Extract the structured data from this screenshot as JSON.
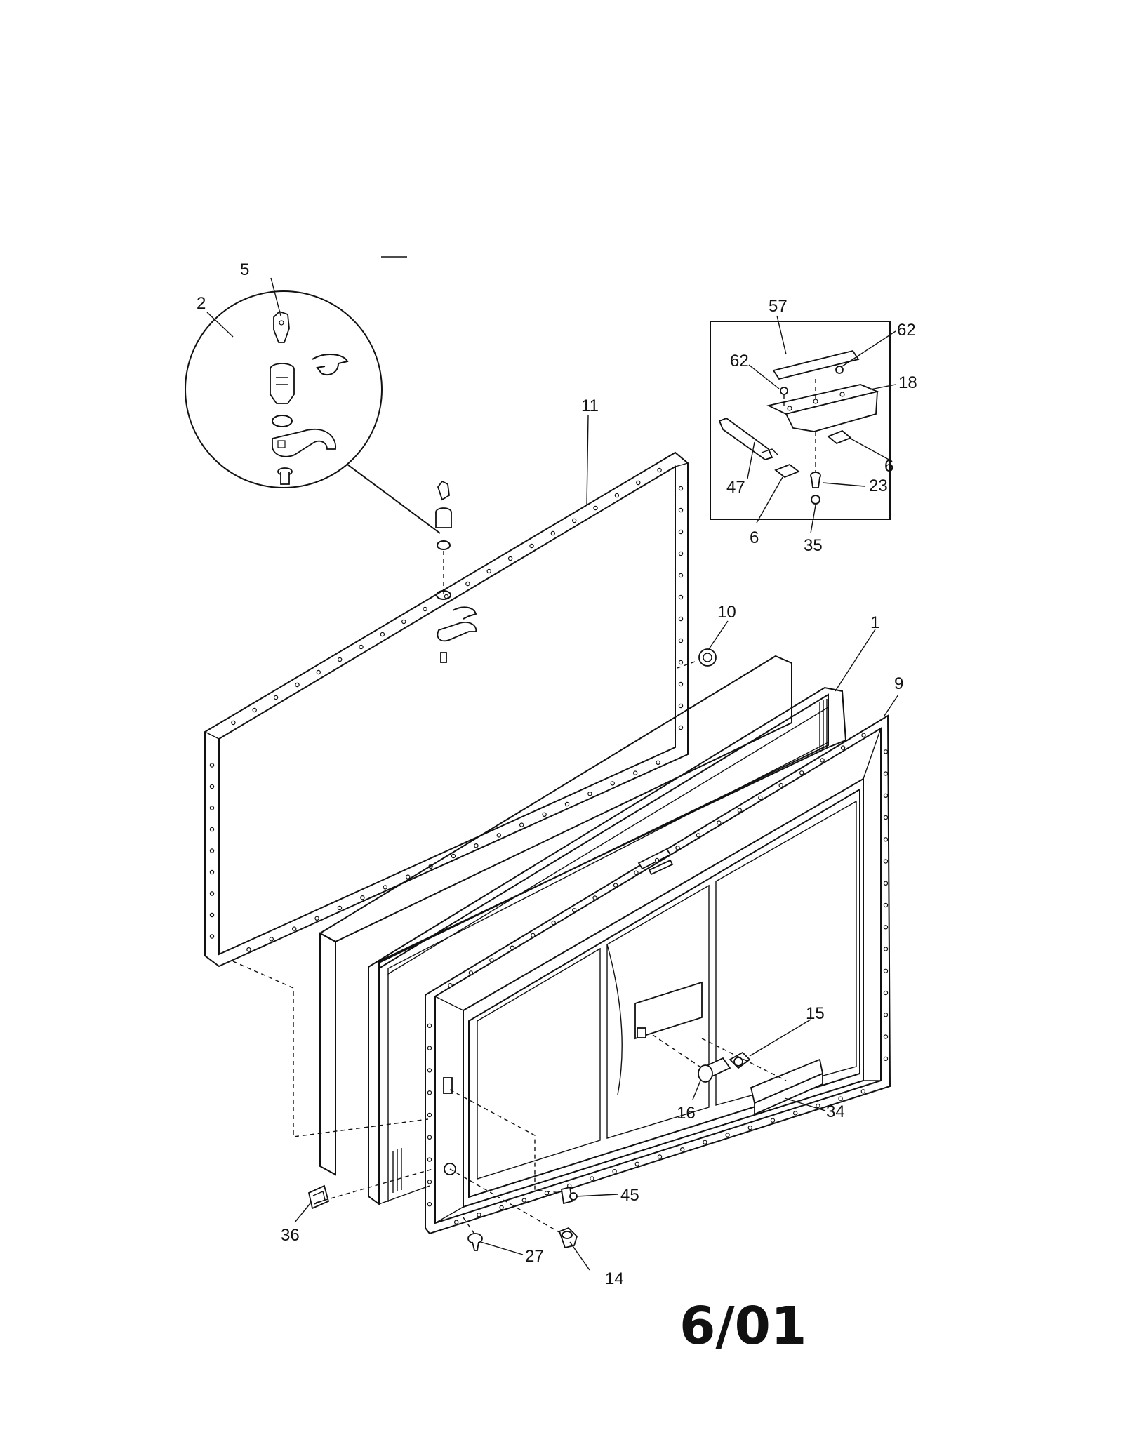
{
  "diagram": {
    "date_code": "6/01",
    "callouts": {
      "c1": "1",
      "c2": "2",
      "c5": "5",
      "c6a": "6",
      "c6b": "6",
      "c9": "9",
      "c10": "10",
      "c11": "11",
      "c14": "14",
      "c15": "15",
      "c16": "16",
      "c18": "18",
      "c23": "23",
      "c27": "27",
      "c34": "34",
      "c35": "35",
      "c36": "36",
      "c45": "45",
      "c47": "47",
      "c57": "57",
      "c62a": "62",
      "c62b": "62"
    }
  }
}
